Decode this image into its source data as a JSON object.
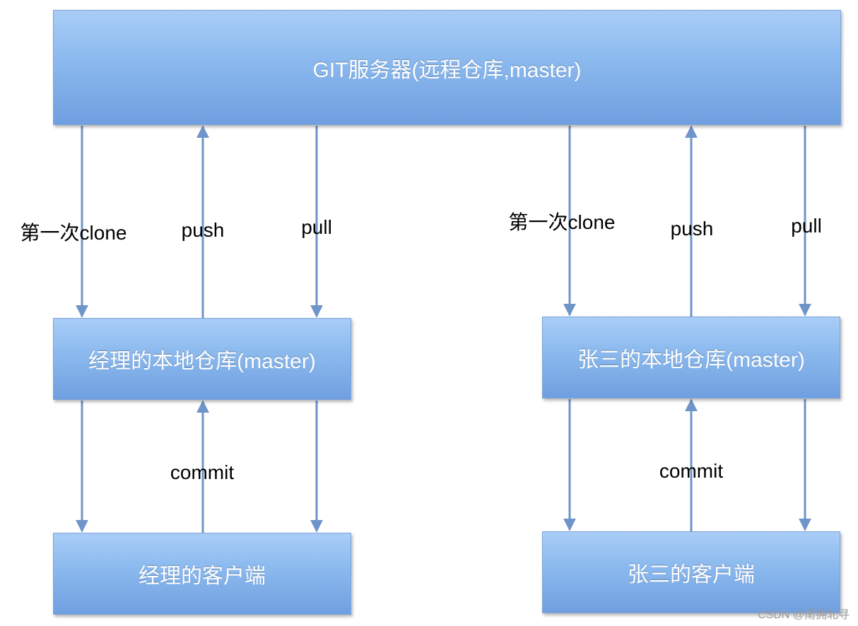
{
  "server_box": {
    "label": "GIT服务器(远程仓库,master)"
  },
  "manager_local_box": {
    "label": "经理的本地仓库(master)"
  },
  "zhang_local_box": {
    "label": "张三的本地仓库(master)"
  },
  "manager_client_box": {
    "label": "经理的客户端"
  },
  "zhang_client_box": {
    "label": "张三的客户端"
  },
  "labels": {
    "manager_clone": "第一次clone",
    "manager_push": "push",
    "manager_pull": "pull",
    "manager_commit": "commit",
    "zhang_clone": "第一次clone",
    "zhang_push": "push",
    "zhang_pull": "pull",
    "zhang_commit": "commit"
  },
  "watermark": "CSDN @南拥北寻",
  "colors": {
    "box_top": "#a9cdf7",
    "box_bottom": "#6f9fe0",
    "arrow": "#6e94c9",
    "box_text": "#ffffff"
  }
}
